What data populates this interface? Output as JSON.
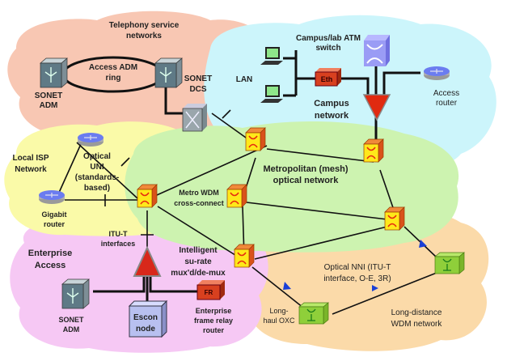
{
  "regions": {
    "telephony": {
      "label": [
        "Telephony service",
        "networks"
      ],
      "color": "#f8c7b3"
    },
    "campus": {
      "label": [
        "Campus",
        "network"
      ],
      "color": "#ccf5fb"
    },
    "local_isp": {
      "label": [
        "Local ISP",
        "Network"
      ],
      "color": "#fafaa8"
    },
    "metro": {
      "label": [
        "Metropolitan (mesh)",
        "optical network"
      ],
      "color": "#cdf3b0"
    },
    "enterprise": {
      "label": [
        "Enterprise",
        "Access"
      ],
      "color": "#f6c8f4"
    },
    "long_distance": {
      "label": [
        "Long-distance",
        "WDM network"
      ],
      "color": "#fbdaa9"
    }
  },
  "nodes": {
    "sonet_adm_top": [
      "SONET",
      "ADM"
    ],
    "sonet_dcs": [
      "SONET",
      "DCS"
    ],
    "access_ring": [
      "Access ADM",
      "ring"
    ],
    "lan": "LAN",
    "eth": "Eth",
    "atm_switch": [
      "Campus/lab ATM",
      "switch"
    ],
    "access_router": [
      "Access",
      "router"
    ],
    "optical_uni": [
      "Optical",
      "UNI",
      "(standards-",
      "based)"
    ],
    "gigabit_router": [
      "Gigabit",
      "router"
    ],
    "metro_wdm": [
      "Metro WDM",
      "cross-connect"
    ],
    "itu_t": [
      "ITU-T",
      "interfaces"
    ],
    "intelligent_mux": [
      "Intelligent",
      "su-rate",
      "mux'd/de-mux"
    ],
    "sonet_adm_bottom": [
      "SONET",
      "ADM"
    ],
    "escon": [
      "Escon",
      "node"
    ],
    "fr_box": "FR",
    "frame_relay": [
      "Enterprise",
      "frame relay",
      "router"
    ],
    "optical_nni": [
      "Optical NNI (ITU-T",
      "interface, O-E, 3R)"
    ],
    "long_haul_oxc": [
      "Long-",
      "haul OXC"
    ]
  },
  "colors": {
    "cross_connect": "#ffe600",
    "cross_connect_side": "#e0641a",
    "oxc": "#8fcf3a",
    "arrow": "#1a3fd6",
    "funnel": "#e02a10"
  }
}
